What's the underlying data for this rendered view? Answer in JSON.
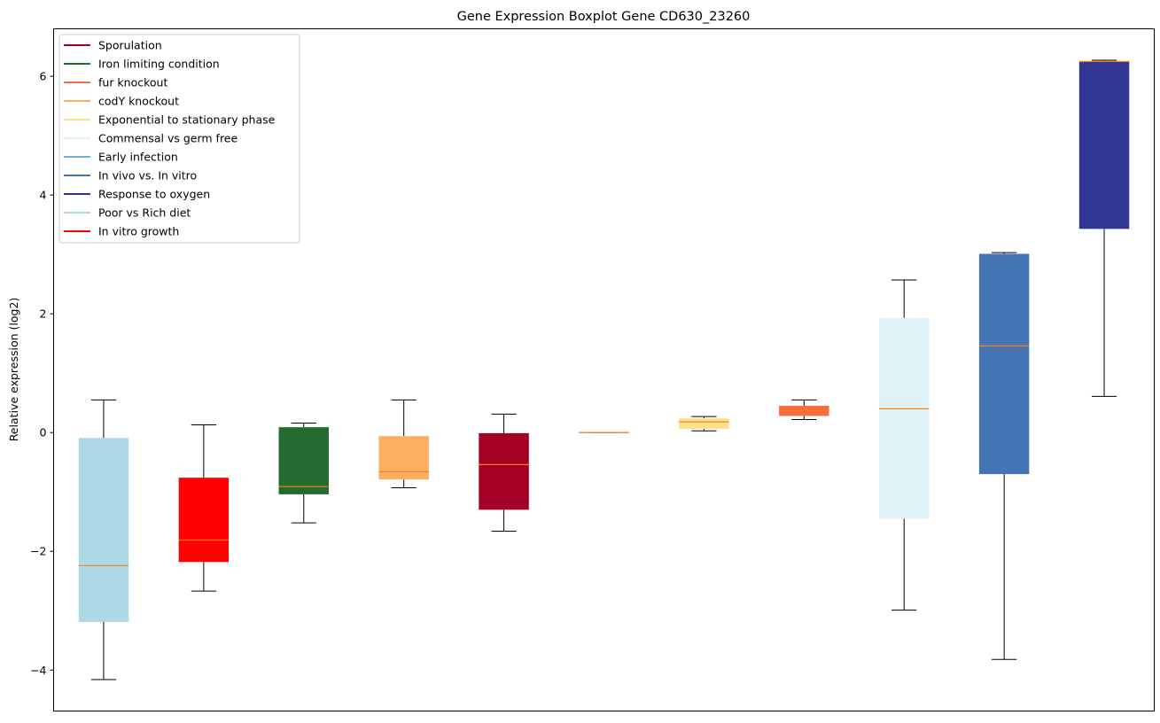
{
  "chart_data": {
    "type": "boxplot",
    "title": "Gene Expression Boxplot Gene CD630_23260",
    "xlabel": "",
    "ylabel": "Relative expression (log2)",
    "ylim": [
      -4.69,
      6.8
    ],
    "yticks": [
      -4,
      -2,
      0,
      2,
      4,
      6
    ],
    "grid": false,
    "legend_position": "top-left",
    "legend": [
      {
        "label": "Sporulation",
        "color": "#a50026"
      },
      {
        "label": "Iron limiting condition",
        "color": "#236b2f"
      },
      {
        "label": "fur knockout",
        "color": "#f46d43"
      },
      {
        "label": "codY knockout",
        "color": "#fdae61"
      },
      {
        "label": "Exponential to stationary phase",
        "color": "#fee090"
      },
      {
        "label": "Commensal vs germ free",
        "color": "#e0f3f8"
      },
      {
        "label": "Early infection",
        "color": "#74add1"
      },
      {
        "label": "In vivo vs. In vitro",
        "color": "#4575b4"
      },
      {
        "label": "Response to oxygen",
        "color": "#313695"
      },
      {
        "label": "Poor vs Rich diet",
        "color": "#add8e6"
      },
      {
        "label": "In vitro growth",
        "color": "#ff0000"
      }
    ],
    "boxes": [
      {
        "group": "Poor vs Rich diet",
        "color": "#add8e6",
        "whislo": -4.16,
        "q1": -3.19,
        "med": -2.24,
        "q3": -0.09,
        "whishi": 0.55
      },
      {
        "group": "In vitro growth",
        "color": "#ff0000",
        "whislo": -2.67,
        "q1": -2.18,
        "med": -1.81,
        "q3": -0.76,
        "whishi": 0.13
      },
      {
        "group": "Iron limiting condition",
        "color": "#236b2f",
        "whislo": -1.52,
        "q1": -1.04,
        "med": -0.91,
        "q3": 0.09,
        "whishi": 0.16
      },
      {
        "group": "codY knockout",
        "color": "#fdae61",
        "whislo": -0.93,
        "q1": -0.79,
        "med": -0.66,
        "q3": -0.06,
        "whishi": 0.55
      },
      {
        "group": "Sporulation",
        "color": "#a50026",
        "whislo": -1.66,
        "q1": -1.3,
        "med": -0.54,
        "q3": -0.01,
        "whishi": 0.31
      },
      {
        "group": "Early infection",
        "color": "#74add1",
        "whislo": 0.0,
        "q1": -0.01,
        "med": 0.0,
        "q3": 0.01,
        "whishi": 0.0
      },
      {
        "group": "Exponential to stationary phase",
        "color": "#fee090",
        "whislo": 0.03,
        "q1": 0.06,
        "med": 0.18,
        "q3": 0.24,
        "whishi": 0.27
      },
      {
        "group": "fur knockout",
        "color": "#f46d43",
        "whislo": 0.22,
        "q1": 0.28,
        "med": 0.38,
        "q3": 0.45,
        "whishi": 0.55
      },
      {
        "group": "Commensal vs germ free",
        "color": "#e0f3f8",
        "whislo": -2.99,
        "q1": -1.45,
        "med": 0.4,
        "q3": 1.93,
        "whishi": 2.57
      },
      {
        "group": "In vivo vs. In vitro",
        "color": "#4575b4",
        "whislo": -3.82,
        "q1": -0.7,
        "med": 1.46,
        "q3": 3.01,
        "whishi": 3.03
      },
      {
        "group": "Response to oxygen",
        "color": "#313695",
        "whislo": 0.61,
        "q1": 3.43,
        "med": 6.25,
        "q3": 6.25,
        "whishi": 6.27
      }
    ],
    "median_color": "#ff7f0e"
  }
}
